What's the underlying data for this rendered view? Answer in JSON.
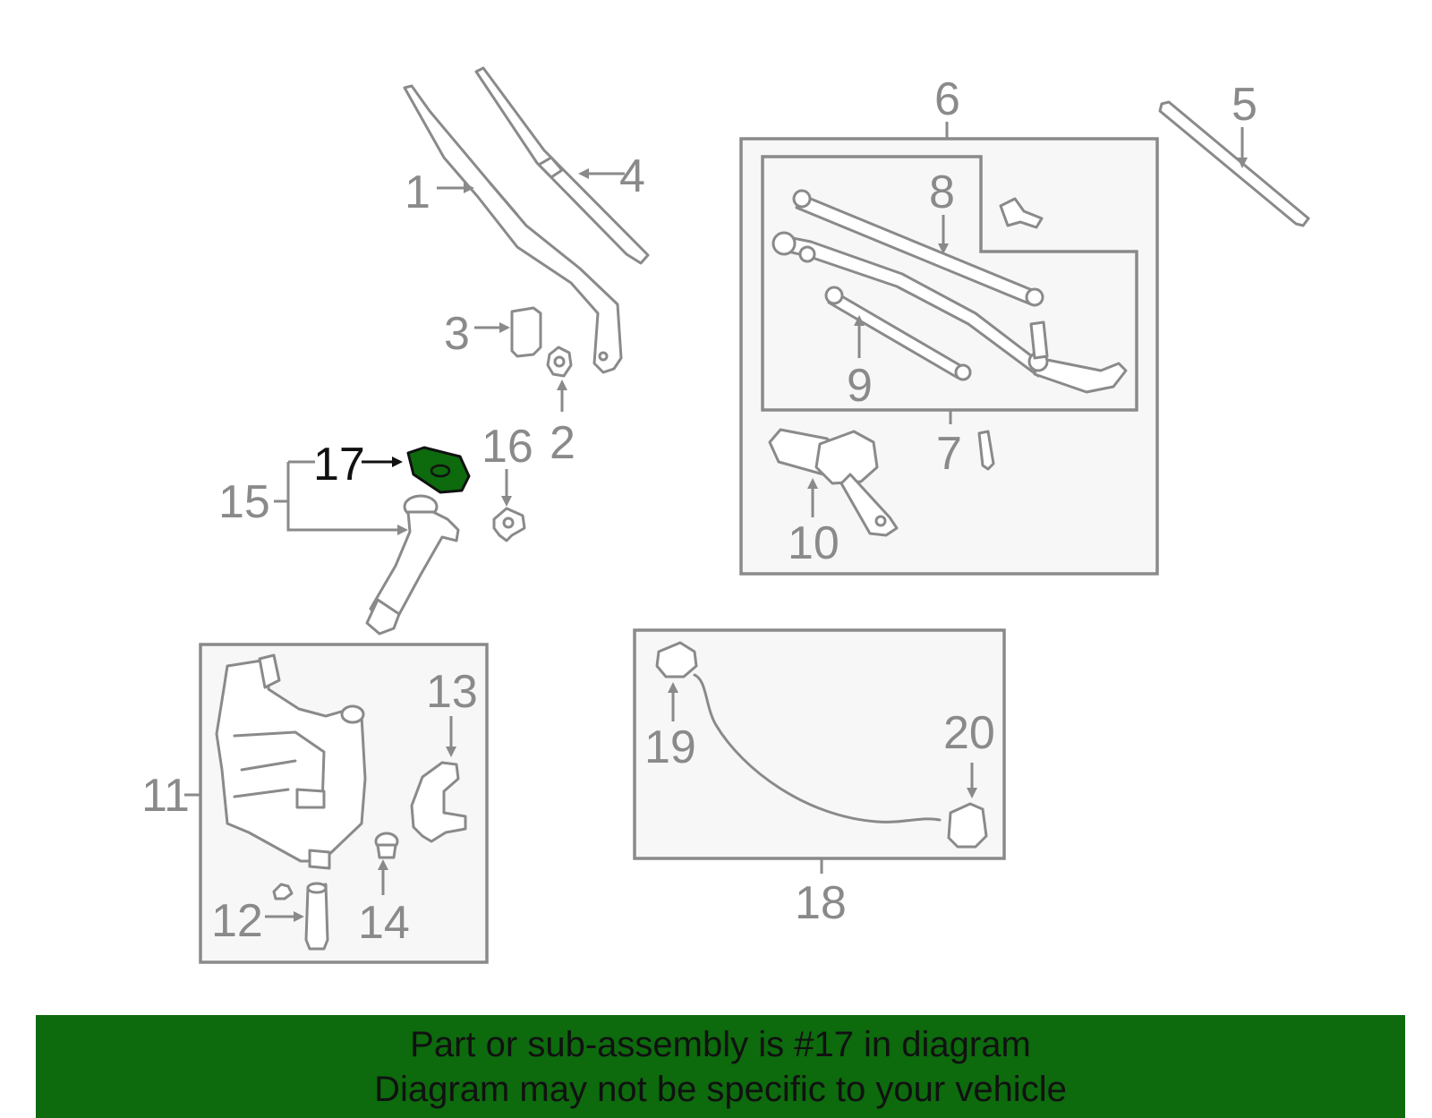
{
  "diagram": {
    "highlight_color": "#0d6a0d",
    "line_color": "#8a8a8a",
    "panel_fill": "#f7f7f7",
    "highlighted_part": "17",
    "callouts": {
      "c1": "1",
      "c2": "2",
      "c3": "3",
      "c4": "4",
      "c5": "5",
      "c6": "6",
      "c7": "7",
      "c8": "8",
      "c9": "9",
      "c10": "10",
      "c11": "11",
      "c12": "12",
      "c13": "13",
      "c14": "14",
      "c15": "15",
      "c16": "16",
      "c17": "17",
      "c18": "18",
      "c19": "19",
      "c20": "20"
    }
  },
  "banner": {
    "line1": "Part or sub-assembly is #17 in diagram",
    "line2": "Diagram may not be specific to your vehicle"
  }
}
